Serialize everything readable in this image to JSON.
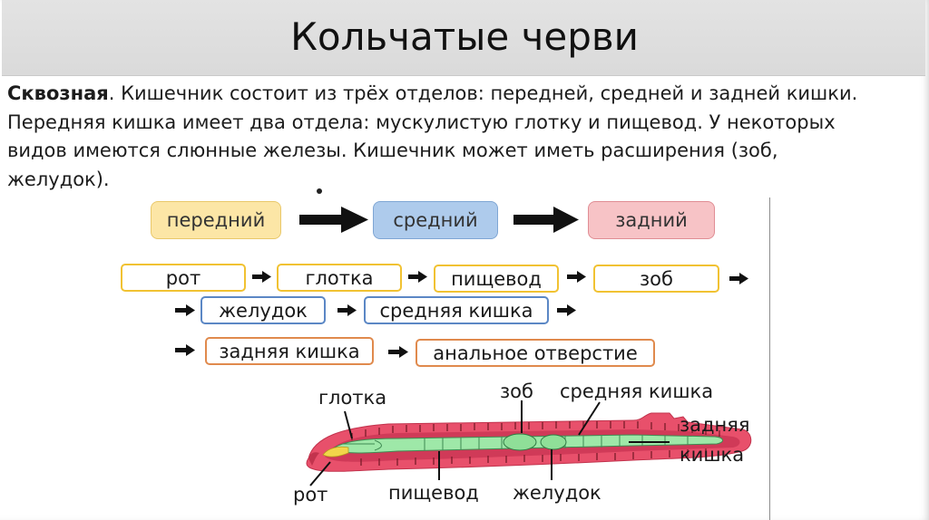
{
  "title": "Кольчатые черви",
  "intro": {
    "bold_term": "Сквозная",
    "text": ". Кишечник состоит из трёх отделов: передней, средней и задней кишки. Передняя кишка имеет два отдела: мускулистую глотку и пищевод. У некоторых видов имеются слюнные железы. Кишечник может иметь расширения (зоб, желудок)."
  },
  "sections": {
    "front": "передний",
    "middle": "средний",
    "back": "задний"
  },
  "sequence": {
    "mouth": "рот",
    "pharynx": "глотка",
    "esophagus": "пищевод",
    "crop": "зоб",
    "stomach": "желудок",
    "midgut": "средняя кишка",
    "hindgut": "задняя кишка",
    "anus": "анальное отверстие"
  },
  "worm_labels": {
    "pharynx": "глотка",
    "crop": "зоб",
    "midgut": "средняя кишка",
    "hindgut_line1": "задняя",
    "hindgut_line2": "кишка",
    "mouth": "рот",
    "esophagus": "пищевод",
    "stomach": "желудок"
  },
  "colors": {
    "front_fill": "#fce6a6",
    "middle_fill": "#aecbec",
    "back_fill": "#f7c3c6",
    "worm_body": "#e8506b",
    "gut": "#9ee8a8"
  }
}
